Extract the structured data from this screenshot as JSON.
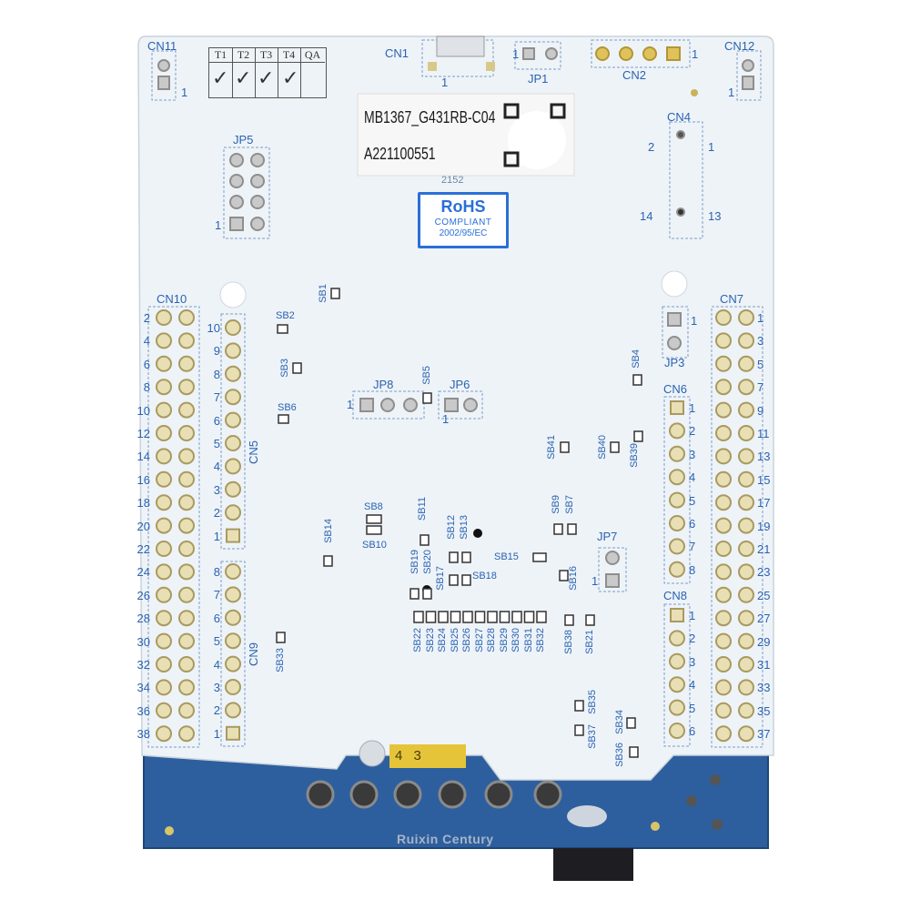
{
  "board": {
    "model_sticker": "MB1367_G431RB-C04",
    "serial_sticker": "A221100551",
    "date_code": "2152",
    "brand_text": "Ruixin Century",
    "rohs": {
      "title": "RoHS",
      "line2": "COMPLIANT",
      "line3": "2002/95/EC"
    },
    "orange_label": "4 3",
    "colors": {
      "board": "#eef3f7",
      "pcb_blue": "#2a5c9a",
      "silk": "#2a63b0",
      "gold": "#d9c27a",
      "sticker_yellow": "#e6c43a"
    }
  },
  "qa_table": {
    "headers": [
      "T1",
      "T2",
      "T3",
      "T4",
      "QA"
    ]
  },
  "connectors": {
    "CN1": "CN1",
    "CN2": "CN2",
    "CN4": "CN4",
    "CN5": "CN5",
    "CN6": "CN6",
    "CN7": "CN7",
    "CN8": "CN8",
    "CN9": "CN9",
    "CN10": "CN10",
    "CN11": "CN11",
    "CN12": "CN12"
  },
  "jumpers": {
    "JP1": "JP1",
    "JP3": "JP3",
    "JP5": "JP5",
    "JP6": "JP6",
    "JP7": "JP7",
    "JP8": "JP8"
  },
  "pin_numbers": {
    "one": "1",
    "two": "2",
    "thirteen": "13",
    "fourteen": "14",
    "cn10_left": [
      "2",
      "4",
      "6",
      "8",
      "10",
      "12",
      "14",
      "16",
      "18",
      "20",
      "22",
      "24",
      "26",
      "28",
      "30",
      "32",
      "34",
      "36",
      "38"
    ],
    "cn7_right": [
      "1",
      "3",
      "5",
      "7",
      "9",
      "11",
      "13",
      "15",
      "17",
      "19",
      "21",
      "23",
      "25",
      "27",
      "29",
      "31",
      "33",
      "35",
      "37"
    ],
    "cn5": [
      "10",
      "9",
      "8",
      "7",
      "6",
      "5",
      "4",
      "3",
      "2",
      "1"
    ],
    "cn9": [
      "8",
      "7",
      "6",
      "5",
      "4",
      "3",
      "2",
      "1"
    ],
    "cn6": [
      "1",
      "2",
      "3",
      "4",
      "5",
      "6",
      "7",
      "8"
    ],
    "cn8": [
      "1",
      "2",
      "3",
      "4",
      "5",
      "6"
    ]
  },
  "solder_bridges": {
    "SB1": "SB1",
    "SB2": "SB2",
    "SB3": "SB3",
    "SB4": "SB4",
    "SB5": "SB5",
    "SB6": "SB6",
    "SB7": "SB7",
    "SB8": "SB8",
    "SB9": "SB9",
    "SB10": "SB10",
    "SB11": "SB11",
    "SB12": "SB12",
    "SB13": "SB13",
    "SB14": "SB14",
    "SB15": "SB15",
    "SB16": "SB16",
    "SB17": "SB17",
    "SB18": "SB18",
    "SB19": "SB19",
    "SB20": "SB20",
    "SB21": "SB21",
    "SB22": "SB22",
    "SB23": "SB23",
    "SB24": "SB24",
    "SB25": "SB25",
    "SB26": "SB26",
    "SB27": "SB27",
    "SB28": "SB28",
    "SB29": "SB29",
    "SB30": "SB30",
    "SB31": "SB31",
    "SB32": "SB32",
    "SB33": "SB33",
    "SB34": "SB34",
    "SB35": "SB35",
    "SB36": "SB36",
    "SB37": "SB37",
    "SB38": "SB38",
    "SB39": "SB39",
    "SB40": "SB40",
    "SB41": "SB41"
  }
}
